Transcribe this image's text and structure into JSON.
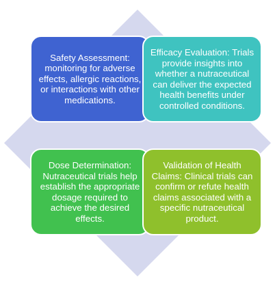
{
  "diagram": {
    "colors": {
      "diamond": "#d5d8ee",
      "top_left": "#3f63d1",
      "top_right": "#3fc3c0",
      "bottom_left": "#41c14f",
      "bottom_right": "#8fc02c"
    },
    "boxes": {
      "top_left": {
        "text": "Safety Assessment: monitoring for adverse effects, allergic reactions, or interactions with other medications."
      },
      "top_right": {
        "text": "Efficacy Evaluation: Trials provide insights into whether a nutraceutical can deliver the expected health benefits under controlled conditions."
      },
      "bottom_left": {
        "text": "Dose Determination: Nutraceutical trials help establish the appropriate dosage required to achieve the desired effects."
      },
      "bottom_right": {
        "text": "Validation of Health Claims: Clinical trials can confirm or refute health claims associated with a specific nutraceutical product."
      }
    }
  }
}
